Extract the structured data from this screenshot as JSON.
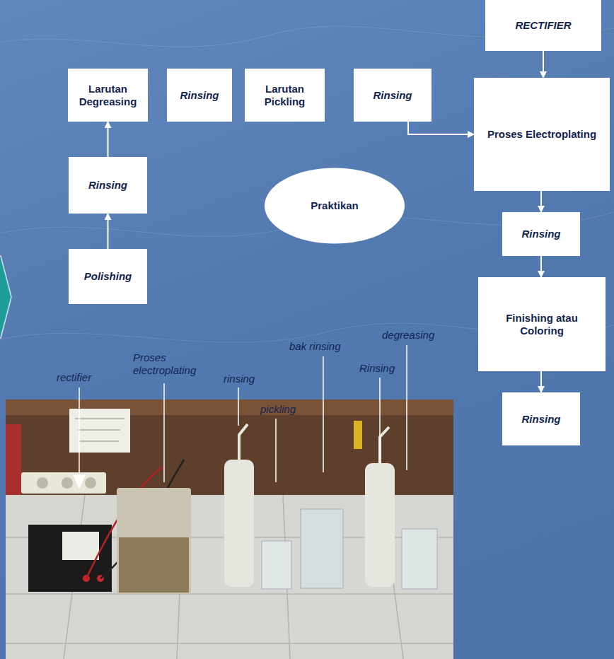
{
  "diagram": {
    "nodes": [
      {
        "text": [
          "Polishing"
        ]
      },
      {
        "text": [
          "Rinsing"
        ]
      },
      {
        "text": [
          "Larutan Degreasing"
        ]
      },
      {
        "text": [
          "Rinsing"
        ]
      },
      {
        "text": [
          "Larutan Pickling"
        ]
      },
      {
        "text": [
          "Rinsing"
        ]
      },
      {
        "text": [
          "RECTIFIER"
        ]
      },
      {
        "text": [
          "Proses Electroplating"
        ]
      },
      {
        "text": [
          "Rinsing"
        ]
      },
      {
        "text": [
          "Finishing atau Coloring"
        ]
      },
      {
        "text": [
          "Rinsing"
        ]
      },
      {
        "text": [
          "Praktikan"
        ]
      }
    ],
    "edges": [
      {
        "from": 0,
        "to": 1,
        "arrow": "to"
      },
      {
        "from": 1,
        "to": 2,
        "arrow": "to"
      },
      {
        "from": 5,
        "to": 7,
        "arrow": "to"
      },
      {
        "from": 6,
        "to": 7,
        "arrow": "to"
      },
      {
        "from": 7,
        "to": 8,
        "arrow": "to"
      },
      {
        "from": 8,
        "to": 9,
        "arrow": "to"
      },
      {
        "from": 9,
        "to": 10,
        "arrow": "to"
      }
    ],
    "labels": [
      "rectifier",
      "Proses electroplating",
      "rinsing",
      "pickling",
      "bak rinsing",
      "Rinsing",
      "degreasing"
    ]
  }
}
